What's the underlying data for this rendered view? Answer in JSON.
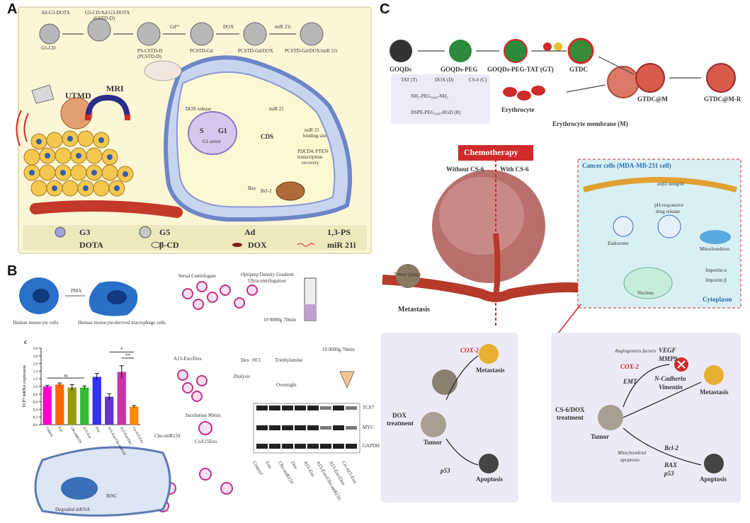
{
  "panels": {
    "a": {
      "label": "A",
      "top_labels": [
        "Ad-G3-DOTA",
        "G5-CD/Ad-G3-DOTA",
        "(CSTD-D)",
        "G5-CD",
        "PS-CSTD-D",
        "(PCSTD-D)",
        "Gd³⁺",
        "PCSTD-Gd",
        "DOX",
        "PCSTD-Gd/DOX",
        "miR 21i",
        "PCSTD-Gd/DOX/miR 21i"
      ],
      "side_labels": [
        "UTMD",
        "MRI"
      ],
      "cell_labels": [
        "miR 21",
        "CDS",
        "miR 21",
        "binding site",
        "PDCD4, PTEN",
        "transcription",
        "recovery",
        "DOX release",
        "S",
        "G1",
        "G1 arrest",
        "Bax",
        "Bcl-2"
      ],
      "legend": [
        "G3",
        "G5",
        "Ad",
        "1,3-PS",
        "DOTA",
        "β-CD",
        "DOX",
        "miR 21i"
      ]
    },
    "b": {
      "label": "B",
      "flow_labels": [
        "Human monocyte cells",
        "PMA",
        "Human monocyte-derived macrophage cells",
        "Serial Centrifugate",
        "Optiprep Density Gradient",
        "Ultracentrifugation",
        "10 0000g 70min",
        "Dox ·HCl",
        "Triethylamine",
        "Dialysis",
        "Overnight",
        "10 0000g 70min",
        "A15-Exo/Dox",
        "Incubation 90min",
        "Cho-miR159",
        "CoA15Exo",
        "Degraded mRNA",
        "RISC"
      ],
      "chart_panel_letter": "c",
      "blot_rows": [
        "TCF7",
        "MYC",
        "GAPDH"
      ],
      "blot_lanes": [
        "Control",
        "Exo",
        "Cho-miR159",
        "Dox",
        "A15-Exo",
        "A15-Exo/Cho-miR159",
        "A15-Exo/Dox",
        "Co-A15-Exo"
      ]
    },
    "c": {
      "label": "C",
      "synthesis": [
        "GOQDs",
        "GOQDs-PEG",
        "GOQDs-PEG-TAT (GT)",
        "GTDC",
        "GTDC@M",
        "GTDC@M-R",
        "Erythrocyte",
        "Erythrocyte membrane (M)"
      ],
      "legend": [
        "TAT (T)",
        "DOX (D)",
        "CS-6 (C)",
        "NH₂-PEG₂₀₀₀-NH₂",
        "DSPE-PEG₂₀₀₀-RGD (R)"
      ],
      "chemo_title": "Chemotherapy",
      "without": "Without CS-6",
      "with": "With CS-6",
      "tumor_lung": "Tumor (lung)",
      "metastasis": "Metastasis",
      "cell_box": {
        "title": "Cancer cells (MDA-MB-231 cell)",
        "labels": [
          "αvβ3 integrin",
          "pH-responsive",
          "drug release",
          "Endosome",
          "Mitochondrion",
          "Importin α",
          "Importin β",
          "Nucleus",
          "Cytoplasm"
        ]
      },
      "left_path": [
        "COX-2",
        "Metastasis",
        "DOX",
        "treatment",
        "Tumor",
        "p53",
        "Apoptosis"
      ],
      "right_path": [
        "Angiogenesis factors",
        "VEGF",
        "MMP9",
        "COX-2",
        "EMT",
        "N-Cadherin",
        "Vimentin",
        "Metastasis",
        "CS-6/DOX",
        "treatment",
        "Tumor",
        "Mitochondrial",
        "apoptosis",
        "Bcl-2",
        "BAX",
        "p53",
        "Apoptosis"
      ]
    }
  },
  "chart_data": {
    "type": "bar",
    "title": "",
    "ylabel": "TCF7 mRNA expression",
    "xlabel": "",
    "categories": [
      "Control",
      "Exo",
      "Cho-miR159",
      "A15-Exo",
      "Dox",
      "A15-Exo/Cho-miR159",
      "A15-Exo/Dox",
      "Co-A15-Exo"
    ],
    "values": [
      1.0,
      1.05,
      0.97,
      0.97,
      1.25,
      0.73,
      1.38,
      0.47
    ],
    "errors": [
      0.03,
      0.04,
      0.08,
      0.04,
      0.09,
      0.08,
      0.16,
      0.03
    ],
    "ylim": [
      0,
      2.0
    ],
    "yticks": [
      "0.0",
      "0.2",
      "0.4",
      "0.6",
      "0.8",
      "1.0",
      "1.2",
      "1.4",
      "1.6",
      "1.8",
      "2.0"
    ],
    "annotations": [
      "ns",
      "*",
      "**"
    ],
    "colors": [
      "#ff00cc",
      "#ff6600",
      "#999900",
      "#33bb33",
      "#3333ff",
      "#6633cc",
      "#cc33aa",
      "#ff8800"
    ]
  }
}
